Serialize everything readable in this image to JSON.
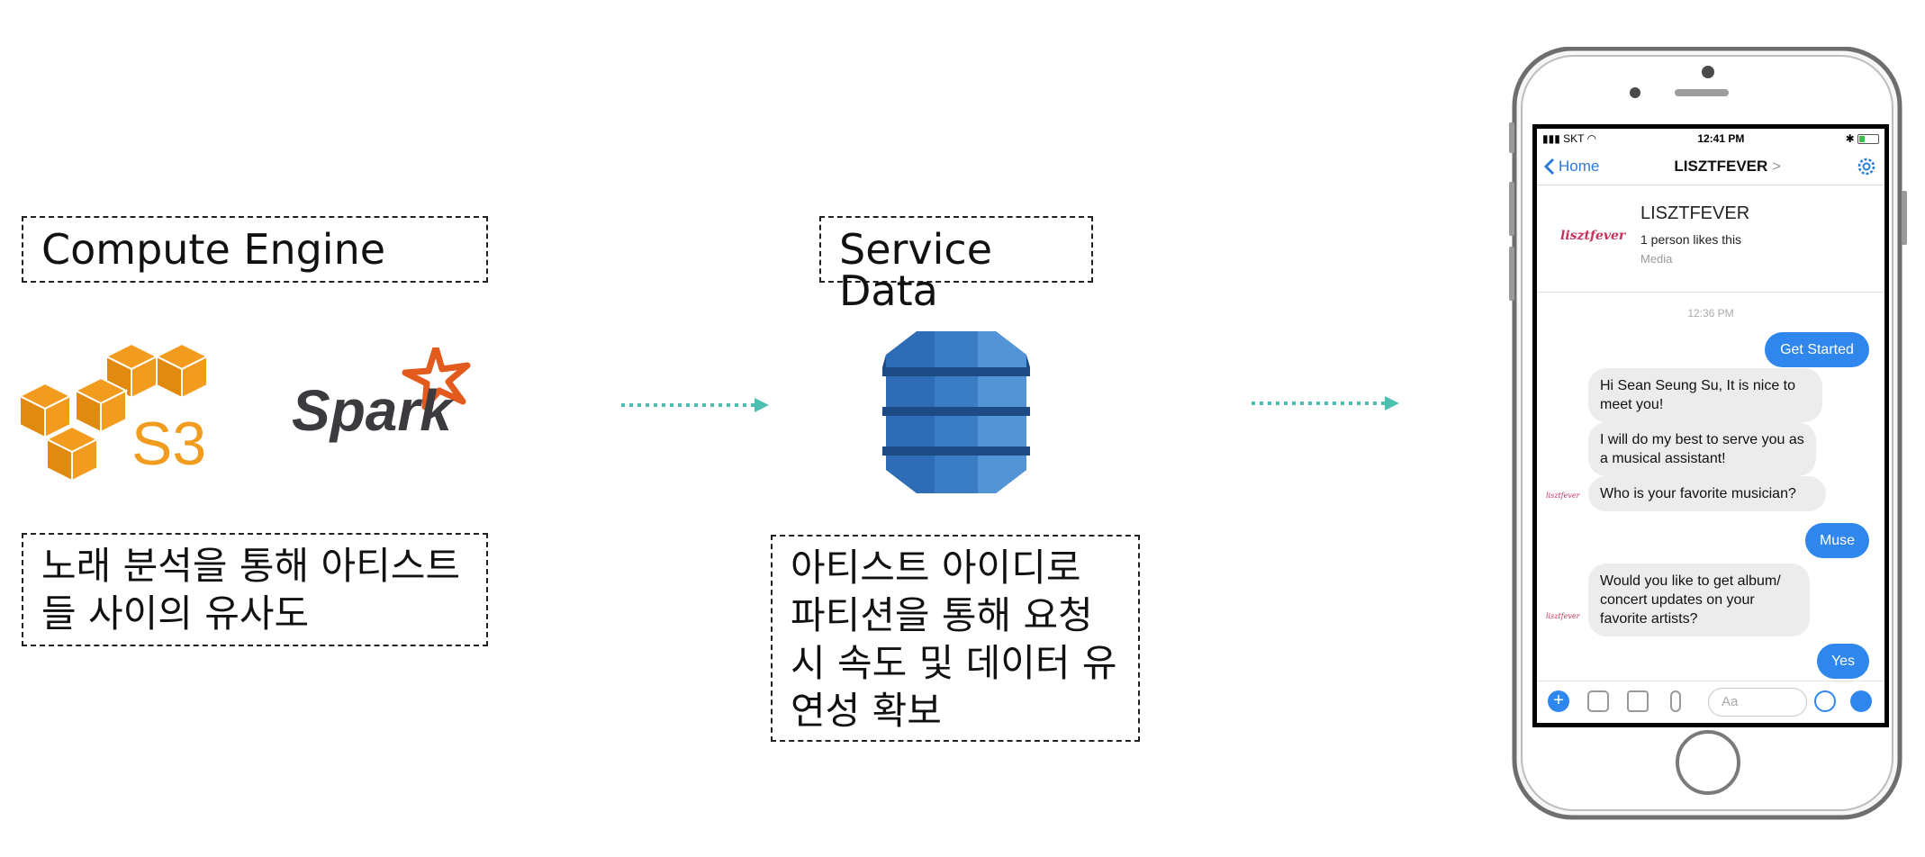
{
  "compute": {
    "title": "Compute Engine",
    "s3_label": "S3",
    "spark_label": "Spark",
    "description_line1": "노래 분석을 통해 아티스트",
    "description_line2": "들 사이의 유사도"
  },
  "service": {
    "title": "Service Data",
    "description_line1": "아티스트 아이디로",
    "description_line2": "파티션을 통해 요청",
    "description_line3": "시 속도 및 데이터 유",
    "description_line4": "연성 확보"
  },
  "colors": {
    "arrow": "#4dbfb0",
    "aws_orange": "#f29c1f",
    "dynamo_blue": "#2e6db5",
    "messenger_blue": "#2f87ee",
    "brand_pink": "#c8325a"
  },
  "phone": {
    "status": {
      "carrier": "SKT",
      "time": "12:41 PM"
    },
    "nav": {
      "back_label": "Home",
      "title": "LISZTFEVER",
      "title_chevron": ">"
    },
    "profile": {
      "logo": "lisztfever",
      "name": "LISZTFEVER",
      "likes": "1 person likes this",
      "category": "Media"
    },
    "timestamp": "12:36 PM",
    "messages": [
      {
        "from": "user",
        "text": "Get Started"
      },
      {
        "from": "bot",
        "text": "Hi Sean Seung Su, It is nice to meet you!"
      },
      {
        "from": "bot",
        "text": "I will do my best to serve you as a musical assistant!"
      },
      {
        "from": "bot",
        "text": "Who is your favorite musician?"
      },
      {
        "from": "user",
        "text": "Muse"
      },
      {
        "from": "bot",
        "text": "Would you like to get album/ concert updates on your favorite artists?"
      },
      {
        "from": "user",
        "text": "Yes"
      }
    ],
    "avatar_text": "lisztfever",
    "composer_placeholder": "Aa"
  }
}
